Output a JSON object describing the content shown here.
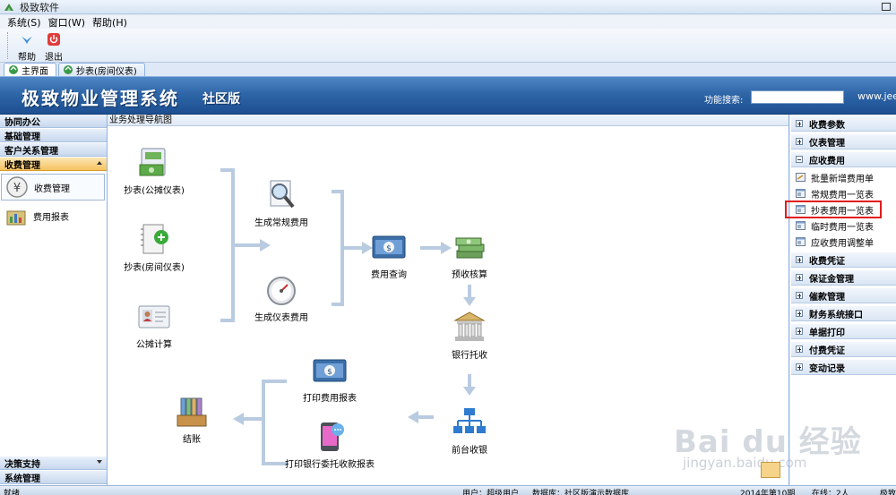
{
  "window": {
    "title": "极致软件"
  },
  "menu": [
    {
      "label": "系统(S)"
    },
    {
      "label": "窗口(W)"
    },
    {
      "label": "帮助(H)"
    }
  ],
  "toolbar": {
    "help_label": "帮助",
    "exit_label": "退出"
  },
  "tabs": [
    {
      "label": "主界面",
      "active": true
    },
    {
      "label": "抄表(房间仪表)",
      "active": false
    }
  ],
  "banner": {
    "title": "极致物业管理系统",
    "edition": "社区版",
    "search_label": "功能搜索:",
    "search_value": "",
    "website": "www.jee"
  },
  "left_nav": {
    "headers": [
      {
        "label": "协同办公"
      },
      {
        "label": "基础管理"
      },
      {
        "label": "客户关系管理"
      },
      {
        "label": "收费管理",
        "active": true
      }
    ],
    "items": [
      {
        "label": "收费管理",
        "icon": "yen-coin-icon",
        "selected": true
      },
      {
        "label": "费用报表",
        "icon": "report-chart-icon",
        "selected": false
      }
    ],
    "footer": [
      {
        "label": "决策支持"
      },
      {
        "label": "系统管理"
      }
    ]
  },
  "center": {
    "header": "业务处理导航图",
    "nodes": [
      {
        "label": "抄表(公摊仪表)",
        "icon": "meter-money-icon"
      },
      {
        "label": "抄表(房间仪表)",
        "icon": "notebook-add-icon"
      },
      {
        "label": "公摊计算",
        "icon": "id-card-icon"
      },
      {
        "label": "生成常规费用",
        "icon": "magnifier-doc-icon"
      },
      {
        "label": "生成仪表费用",
        "icon": "gauge-icon"
      },
      {
        "label": "费用查询",
        "icon": "dollar-card-icon"
      },
      {
        "label": "预收核算",
        "icon": "cash-stack-icon"
      },
      {
        "label": "银行托收",
        "icon": "bank-icon"
      },
      {
        "label": "前台收银",
        "icon": "network-icon"
      },
      {
        "label": "打印费用报表",
        "icon": "dollar-card-icon"
      },
      {
        "label": "打印银行委托收款报表",
        "icon": "phone-icon"
      },
      {
        "label": "结账",
        "icon": "binders-icon"
      }
    ],
    "colors": {
      "connector": "#b9cbe0"
    }
  },
  "right_nav": {
    "sections": [
      {
        "label": "收费参数",
        "expanded": false
      },
      {
        "label": "仪表管理",
        "expanded": false
      },
      {
        "label": "应收费用",
        "expanded": true
      },
      {
        "label": "收费凭证",
        "expanded": false
      },
      {
        "label": "保证金管理",
        "expanded": false
      },
      {
        "label": "催款管理",
        "expanded": false
      },
      {
        "label": "财务系统接口",
        "expanded": false
      },
      {
        "label": "单据打印",
        "expanded": false
      },
      {
        "label": "付费凭证",
        "expanded": false
      },
      {
        "label": "变动记录",
        "expanded": false
      }
    ],
    "items": [
      {
        "label": "批量新增费用单",
        "highlighted": false
      },
      {
        "label": "常规费用一览表",
        "highlighted": false
      },
      {
        "label": "抄表费用一览表",
        "highlighted": true
      },
      {
        "label": "临时费用一览表",
        "highlighted": false
      },
      {
        "label": "应收费用调整单",
        "highlighted": false
      }
    ],
    "colors": {
      "highlight_border": "#e21b1b"
    }
  },
  "status": {
    "ready": "就绪",
    "user": "用户：超级用户",
    "database": "数据库：社区版演示数据库",
    "period": "2014年第10期",
    "online": "在线：2人",
    "extra": "极致"
  },
  "watermark": {
    "brand": "Bai du 经验",
    "url": "jingyan.baidu.com"
  }
}
